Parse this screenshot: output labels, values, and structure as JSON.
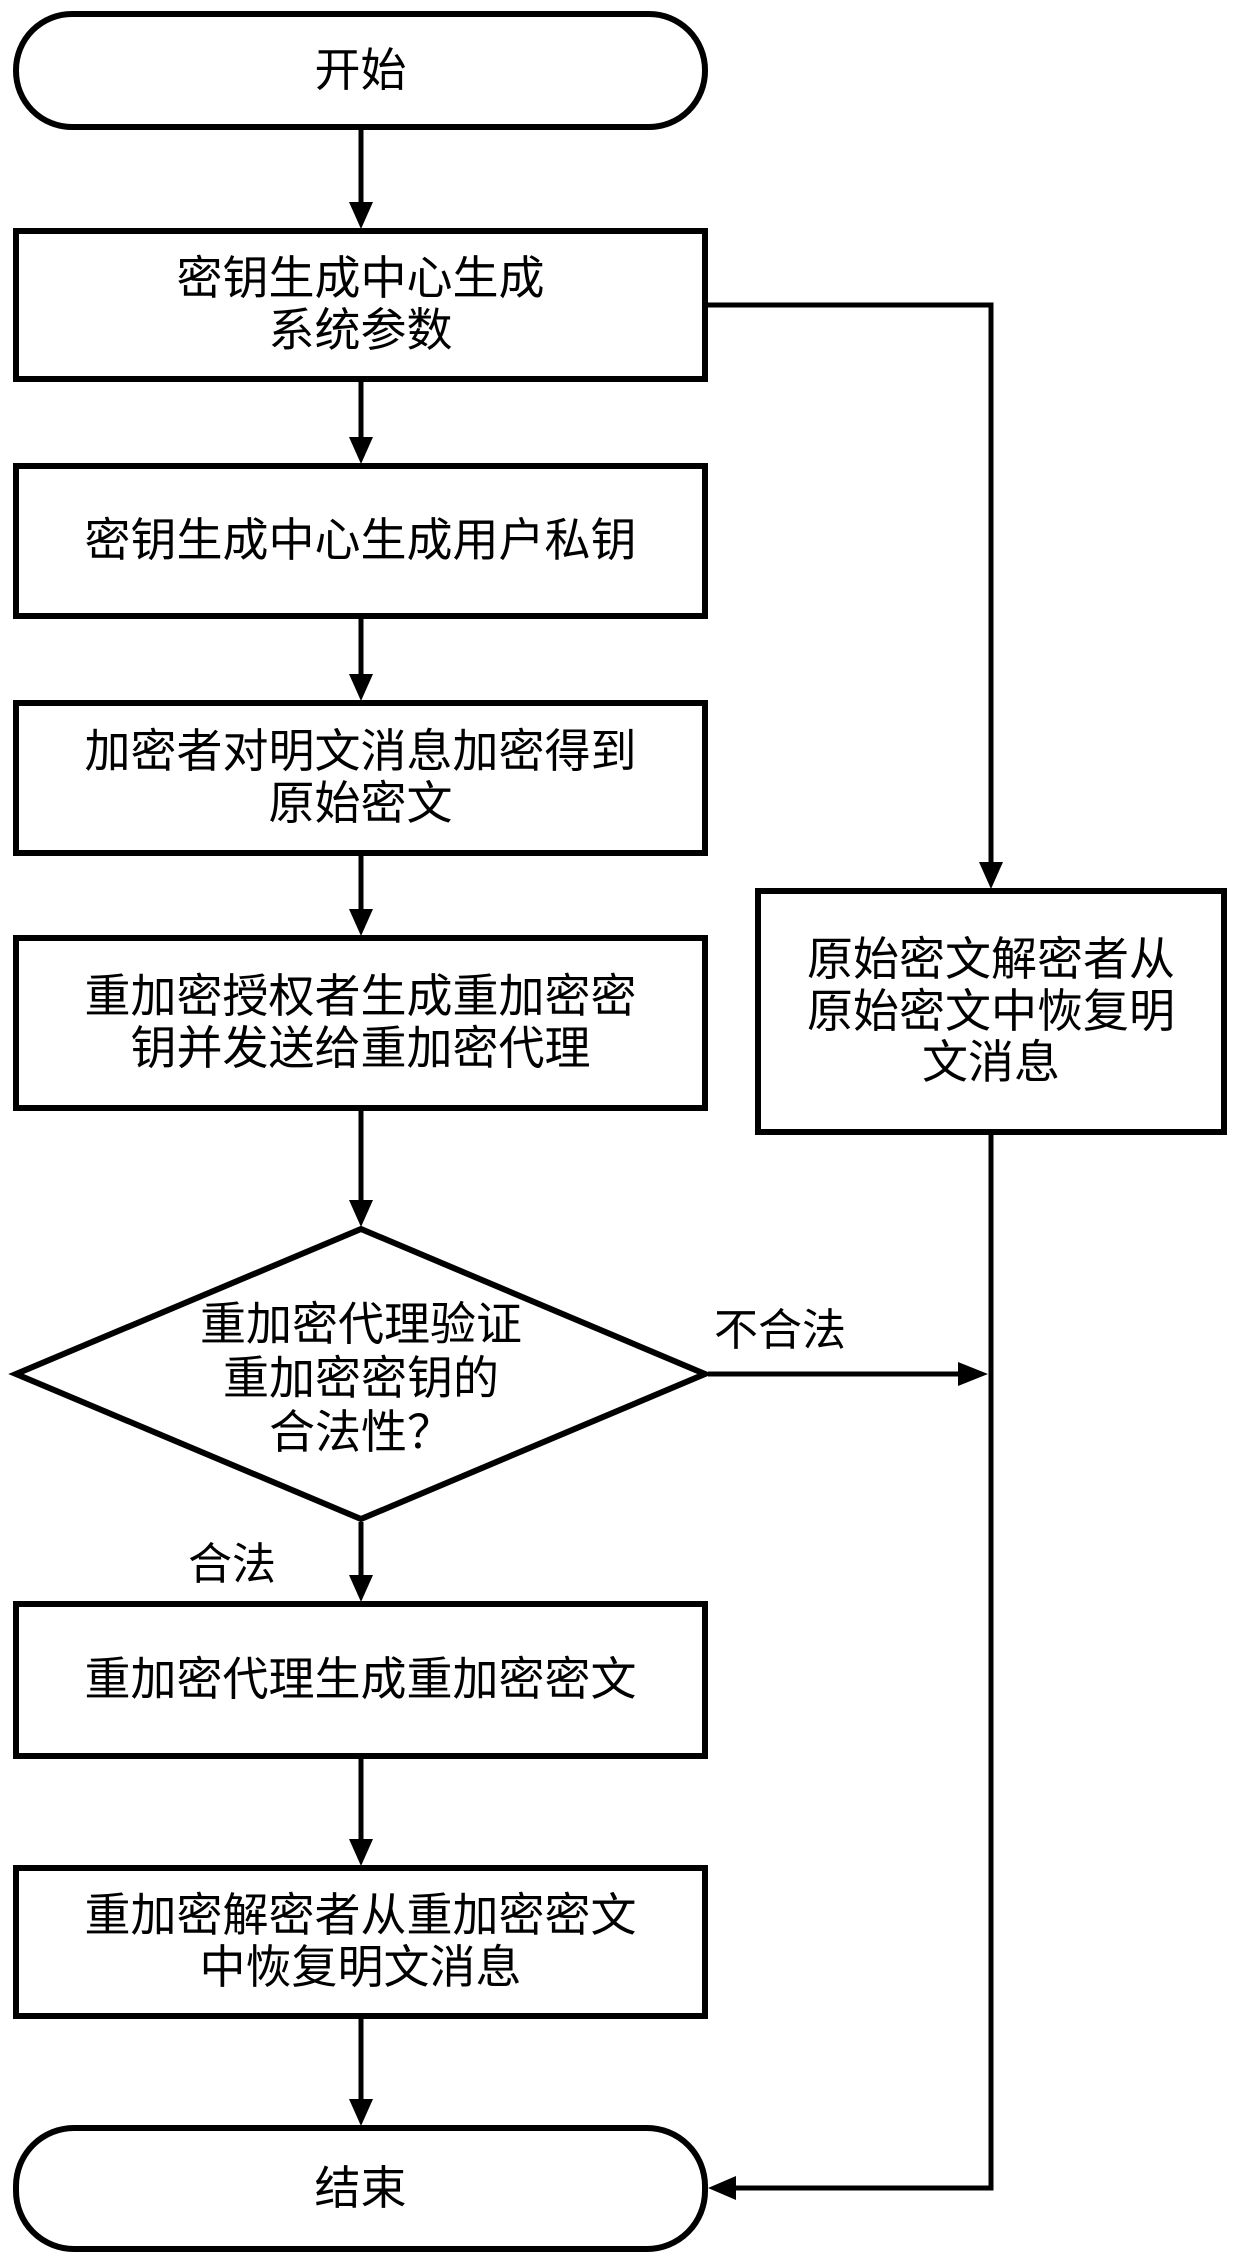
{
  "diagram": {
    "type": "flowchart",
    "nodes": {
      "start": {
        "shape": "terminator",
        "lines": [
          "开始"
        ]
      },
      "gen_params": {
        "shape": "process",
        "lines": [
          "密钥生成中心生成",
          "系统参数"
        ]
      },
      "gen_private_key": {
        "shape": "process",
        "lines": [
          "密钥生成中心生成用户私钥"
        ]
      },
      "encrypt": {
        "shape": "process",
        "lines": [
          "加密者对明文消息加密得到",
          "原始密文"
        ]
      },
      "gen_rekey": {
        "shape": "process",
        "lines": [
          "重加密授权者生成重加密密",
          "钥并发送给重加密代理"
        ]
      },
      "verify": {
        "shape": "decision",
        "lines": [
          "重加密代理验证",
          "重加密密钥的",
          "合法性？"
        ]
      },
      "reencrypt": {
        "shape": "process",
        "lines": [
          "重加密代理生成重加密密文"
        ]
      },
      "decrypt_re": {
        "shape": "process",
        "lines": [
          "重加密解密者从重加密密文",
          "中恢复明文消息"
        ]
      },
      "decrypt_orig": {
        "shape": "process",
        "lines": [
          "原始密文解密者从",
          "原始密文中恢复明",
          "文消息"
        ]
      },
      "end": {
        "shape": "terminator",
        "lines": [
          "结束"
        ]
      }
    },
    "edges": [
      {
        "from": "start",
        "to": "gen_params",
        "label": ""
      },
      {
        "from": "gen_params",
        "to": "gen_private_key",
        "label": ""
      },
      {
        "from": "gen_params",
        "to": "decrypt_orig",
        "label": ""
      },
      {
        "from": "gen_private_key",
        "to": "encrypt",
        "label": ""
      },
      {
        "from": "encrypt",
        "to": "gen_rekey",
        "label": ""
      },
      {
        "from": "gen_rekey",
        "to": "verify",
        "label": ""
      },
      {
        "from": "verify",
        "to": "reencrypt",
        "label": "合法"
      },
      {
        "from": "verify",
        "to": "decrypt_orig_line",
        "label": "不合法"
      },
      {
        "from": "reencrypt",
        "to": "decrypt_re",
        "label": ""
      },
      {
        "from": "decrypt_re",
        "to": "end",
        "label": ""
      },
      {
        "from": "decrypt_orig",
        "to": "end",
        "label": ""
      }
    ],
    "labels": {
      "valid": "合法",
      "invalid": "不合法"
    },
    "colors": {
      "stroke": "#000000",
      "fill": "#ffffff",
      "text": "#000000"
    }
  }
}
